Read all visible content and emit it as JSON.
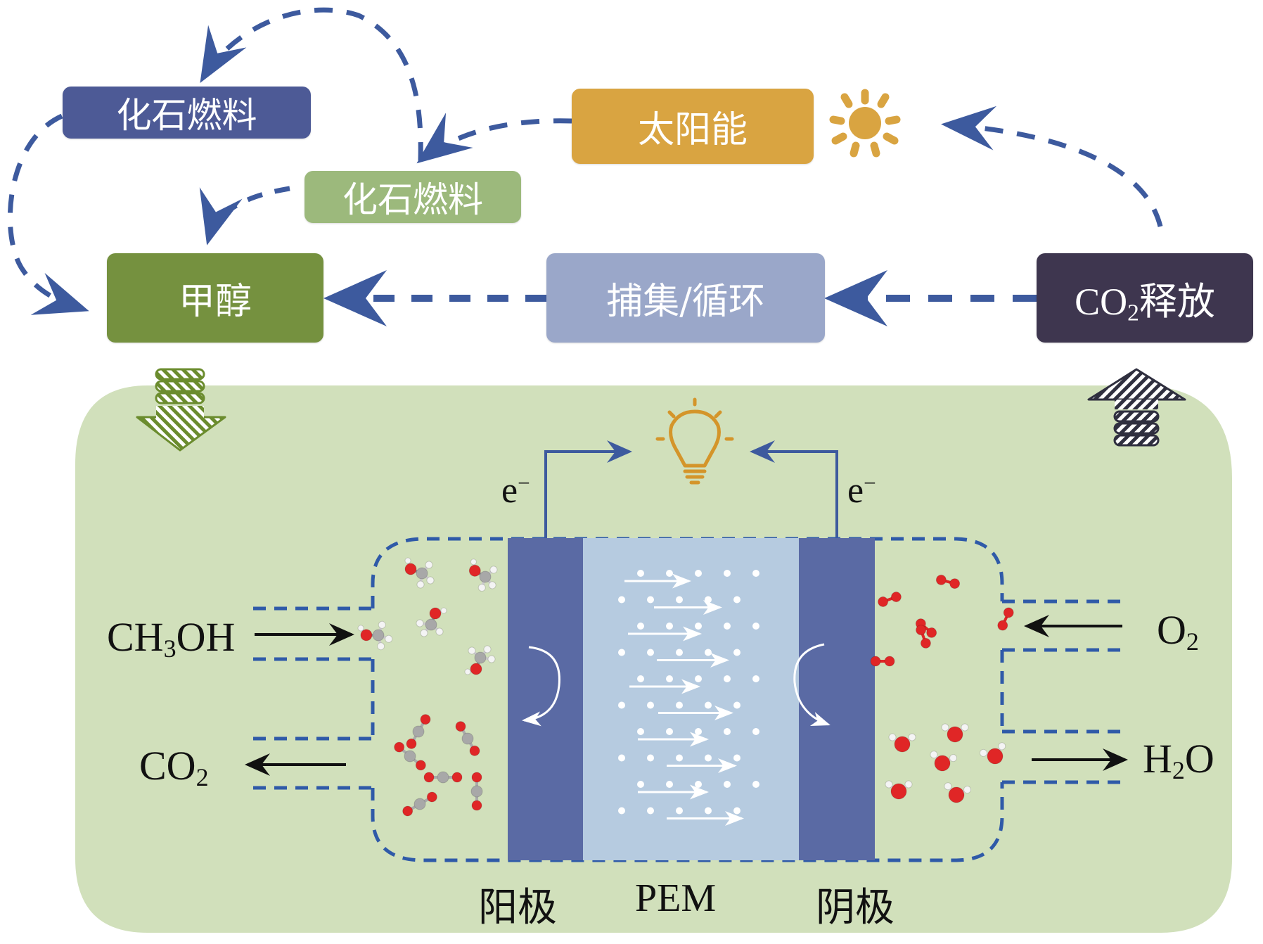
{
  "diagram": {
    "title": "Methanol fuel cell carbon cycle",
    "colors": {
      "arrow_blue": "#3d5a9e",
      "fossil_blue": "#4d5a96",
      "solar_orange": "#d9a441",
      "fossil_green": "#9cb97c",
      "methanol_green": "#75913f",
      "capture_lavender": "#9aa7c9",
      "co2_dark": "#3e364f",
      "panel_green": "#d1e0bb",
      "electrode_blue": "#5a6aa4",
      "pem_blue": "#b6cbe0",
      "oxygen_red": "#e02626",
      "carbon_grey": "#a8a8a8",
      "hydrogen_white": "#f4f4f4"
    },
    "cycle_nodes": [
      {
        "id": "fossil-fuel-1",
        "label": "化石燃料"
      },
      {
        "id": "solar",
        "label": "太阳能"
      },
      {
        "id": "fossil-fuel-2",
        "label": "化石燃料"
      },
      {
        "id": "methanol",
        "label": "甲醇"
      },
      {
        "id": "capture",
        "label": "捕集/循环"
      },
      {
        "id": "co2-release",
        "label_main": "CO",
        "label_sub": "2",
        "label_tail": "释放"
      }
    ],
    "icons": {
      "sun": "sun-icon",
      "bulb": "light-bulb-icon",
      "down_arrow": "hatched-down-arrow-icon",
      "up_arrow": "hatched-up-arrow-icon"
    },
    "cell": {
      "electron_label": "e",
      "electron_charge": "−",
      "inputs": {
        "methanol": {
          "main": "CH",
          "sub": "3",
          "tail": "OH"
        },
        "co2": {
          "main": "CO",
          "sub": "2",
          "tail": ""
        },
        "o2": {
          "main": "O",
          "sub": "2",
          "tail": ""
        },
        "h2o": {
          "main": "H",
          "sub": "2",
          "tail": "O"
        }
      },
      "anode_label": "阳极",
      "pem_label": "PEM",
      "cathode_label": "阴极"
    }
  }
}
